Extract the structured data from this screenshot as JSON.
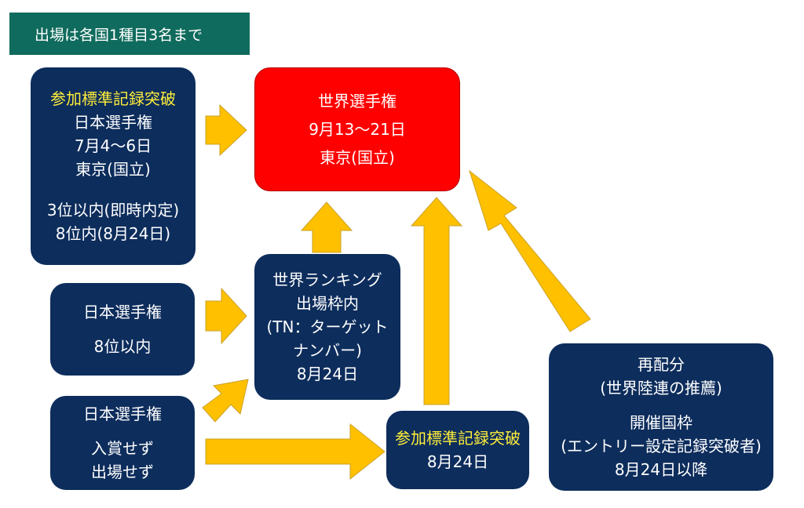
{
  "header": {
    "title": "出場は各国1種目3名まで"
  },
  "nodes": {
    "jp_champs": {
      "highlight": "参加標準記録突破",
      "lines": [
        "日本選手権",
        "7月4～6日",
        "東京(国立)"
      ],
      "lines2": [
        "3位以内(即時内定)",
        "8位内(8月24日)"
      ]
    },
    "world_champs": {
      "lines": [
        "世界選手権",
        "9月13～21日",
        "東京(国立)"
      ]
    },
    "jp_champs_top8": {
      "lines": [
        "日本選手権",
        "8位以内"
      ]
    },
    "world_ranking": {
      "lines": [
        "世界ランキング",
        "出場枠内",
        "(TN：ターゲット",
        "ナンバー)",
        "8月24日"
      ]
    },
    "jp_champs_none": {
      "line1": "日本選手権",
      "lines2": [
        "入賞せず",
        "出場せず"
      ]
    },
    "entry_standard": {
      "highlight": "参加標準記録突破",
      "line": "8月24日"
    },
    "reallocation": {
      "lines": [
        "再配分",
        "(世界陸連の推薦)"
      ],
      "lines2": [
        "開催国枠",
        "(エントリー設定記録突破者)",
        "8月24日以降"
      ]
    }
  },
  "colors": {
    "box": "#0d2d5c",
    "target": "#ff0000",
    "arrow": "#ffc000",
    "arrow_stroke": "#c9a227",
    "highlight_text": "#ffee3a",
    "header": "#0f6b5d"
  }
}
